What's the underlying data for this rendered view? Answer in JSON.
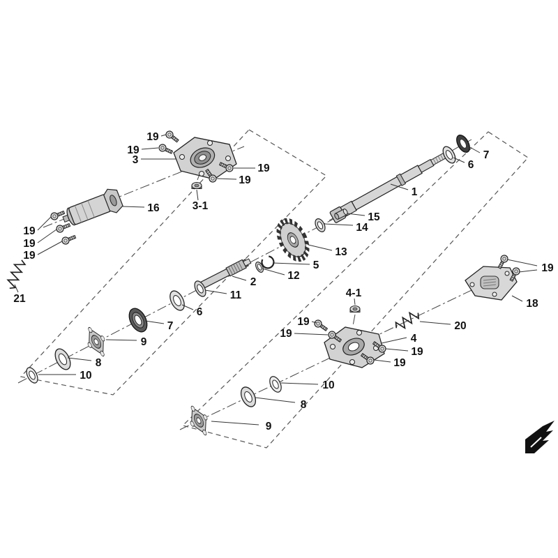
{
  "page": {
    "background": "#ffffff",
    "line_color": "#1f1f1f",
    "fill_light": "#d4d4d4",
    "fill_dark": "#4a4a4a"
  },
  "icons": {
    "brand_logo": "angular-arrow-mark"
  },
  "callouts": [
    {
      "label": "19"
    },
    {
      "label": "19"
    },
    {
      "label": "3"
    },
    {
      "label": "19"
    },
    {
      "label": "19"
    },
    {
      "label": "3-1"
    },
    {
      "label": "16"
    },
    {
      "label": "19"
    },
    {
      "label": "19"
    },
    {
      "label": "19"
    },
    {
      "label": "21"
    },
    {
      "label": "7"
    },
    {
      "label": "6"
    },
    {
      "label": "1"
    },
    {
      "label": "15"
    },
    {
      "label": "14"
    },
    {
      "label": "13"
    },
    {
      "label": "5"
    },
    {
      "label": "12"
    },
    {
      "label": "2"
    },
    {
      "label": "11"
    },
    {
      "label": "6"
    },
    {
      "label": "7"
    },
    {
      "label": "9"
    },
    {
      "label": "8"
    },
    {
      "label": "10"
    },
    {
      "label": "19"
    },
    {
      "label": "18"
    },
    {
      "label": "20"
    },
    {
      "label": "4-1"
    },
    {
      "label": "19"
    },
    {
      "label": "19"
    },
    {
      "label": "4"
    },
    {
      "label": "19"
    },
    {
      "label": "19"
    },
    {
      "label": "10"
    },
    {
      "label": "8"
    },
    {
      "label": "9"
    }
  ]
}
